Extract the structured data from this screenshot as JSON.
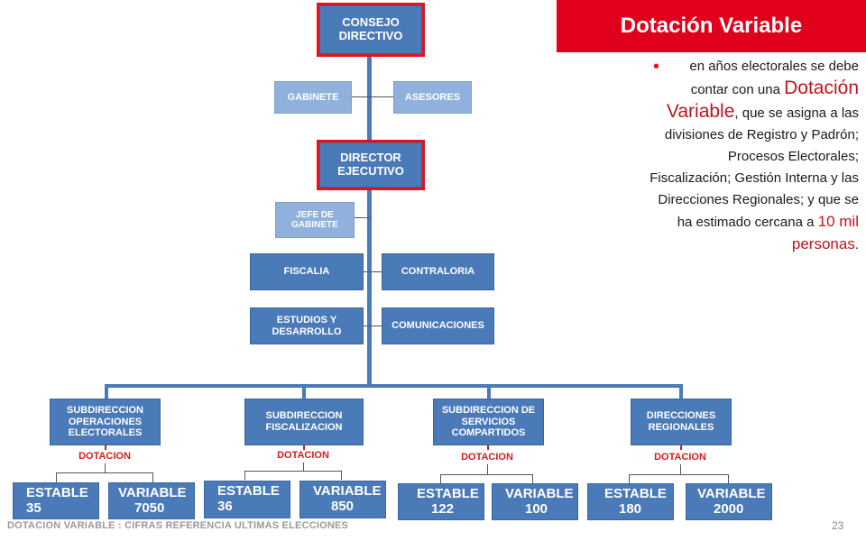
{
  "header": {
    "title": "Dotación Variable"
  },
  "text": {
    "part1": "en años electorales se debe contar con una",
    "highlight1": "Dotación Variable",
    "part2": ", que se asigna a las divisiones de Registro y Padrón; Procesos Electorales; Fiscalización; Gestión Interna y las Direcciones Regionales; y que se ha estimado cercana a",
    "highlight2": "10 mil personas",
    "part3": "."
  },
  "org": {
    "consejo": "CONSEJO DIRECTIVO",
    "gabinete": "GABINETE",
    "asesores": "ASESORES",
    "director": "DIRECTOR EJECUTIVO",
    "jefe": "JEFE DE GABINETE",
    "fiscalia": "FISCALIA",
    "contraloria": "CONTRALORIA",
    "estudios": "ESTUDIOS Y DESARROLLO",
    "comunicaciones": "COMUNICACIONES",
    "dotacion_label": "DOTACION",
    "subs": [
      {
        "name": "SUBDIRECCION OPERACIONES ELECTORALES",
        "estable_label": "ESTABLE",
        "estable": "35",
        "variable_label": "VARIABLE",
        "variable": "7050"
      },
      {
        "name": "SUBDIRECCION FISCALIZACION",
        "estable_label": "ESTABLE",
        "estable": "36",
        "variable_label": "VARIABLE",
        "variable": "850"
      },
      {
        "name": "SUBDIRECCION DE SERVICIOS COMPARTIDOS",
        "estable_label": "ESTABLE",
        "estable": "122",
        "variable_label": "VARIABLE",
        "variable": "100"
      },
      {
        "name": "DIRECCIONES REGIONALES",
        "estable_label": "ESTABLE",
        "estable": "180",
        "variable_label": "VARIABLE",
        "variable": "2000"
      }
    ]
  },
  "footer": {
    "caption": "DOTACION VARIABLE : CIFRAS REFERENCIA ULTIMAS ELECCIONES",
    "page": "23"
  }
}
